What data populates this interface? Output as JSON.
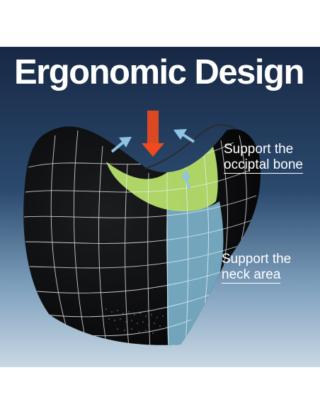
{
  "headline": "Ergonomic Design",
  "callouts": [
    {
      "line1": "Support the",
      "line2": "occiptal bone"
    },
    {
      "line1": "Support the",
      "line2": "neck area"
    }
  ],
  "colors": {
    "background_top": "#172844",
    "background_bottom": "#c9d8e4",
    "pillow": "#0e0f10",
    "occipital_zone": "#b6df6a",
    "neck_zone": "#7cb3cc",
    "pressure_arrow": "#f04a1e",
    "support_arrows": "#8fc3e0"
  },
  "icons": [
    "pressure-arrow-down-icon",
    "support-arrow-left-icon",
    "support-arrow-right-icon",
    "support-arrow-up-icon"
  ]
}
